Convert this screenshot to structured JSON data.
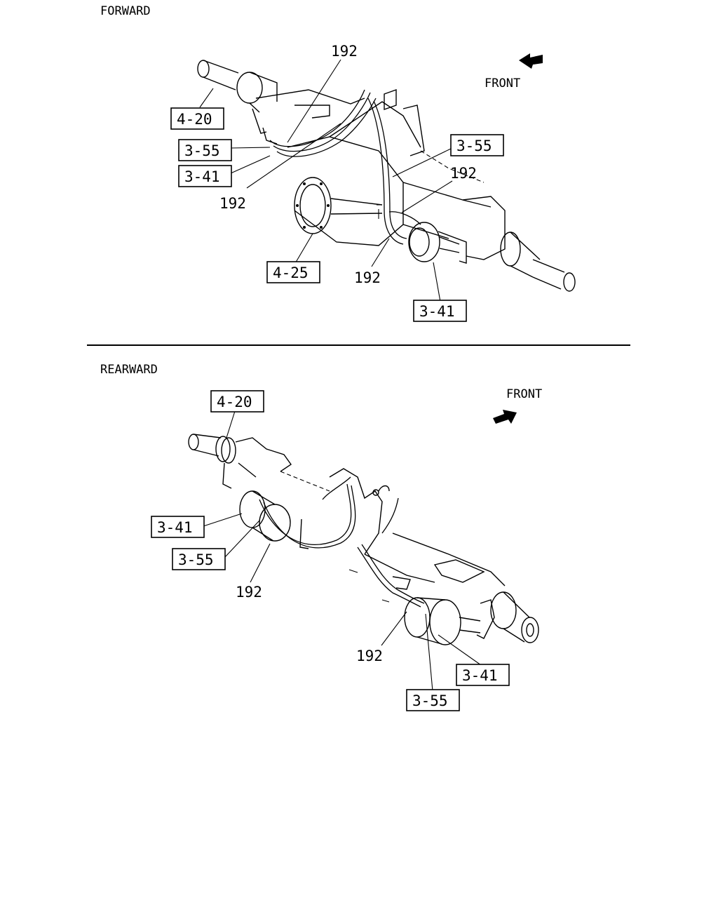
{
  "sections": [
    {
      "title": "FORWARD",
      "front_label": "FRONT",
      "callouts": [
        {
          "text": "192",
          "boxed": false
        },
        {
          "text": "4-20",
          "boxed": true
        },
        {
          "text": "3-55",
          "boxed": true
        },
        {
          "text": "3-41",
          "boxed": true
        },
        {
          "text": "192",
          "boxed": false
        },
        {
          "text": "3-55",
          "boxed": true
        },
        {
          "text": "192",
          "boxed": false
        },
        {
          "text": "4-25",
          "boxed": true
        },
        {
          "text": "192",
          "boxed": false
        },
        {
          "text": "3-41",
          "boxed": true
        }
      ]
    },
    {
      "title": "REARWARD",
      "front_label": "FRONT",
      "callouts": [
        {
          "text": "4-20",
          "boxed": true
        },
        {
          "text": "3-41",
          "boxed": true
        },
        {
          "text": "3-55",
          "boxed": true
        },
        {
          "text": "192",
          "boxed": false
        },
        {
          "text": "192",
          "boxed": false
        },
        {
          "text": "3-41",
          "boxed": true
        },
        {
          "text": "3-55",
          "boxed": true
        }
      ]
    }
  ],
  "icons": [
    "front-arrow-icon"
  ]
}
